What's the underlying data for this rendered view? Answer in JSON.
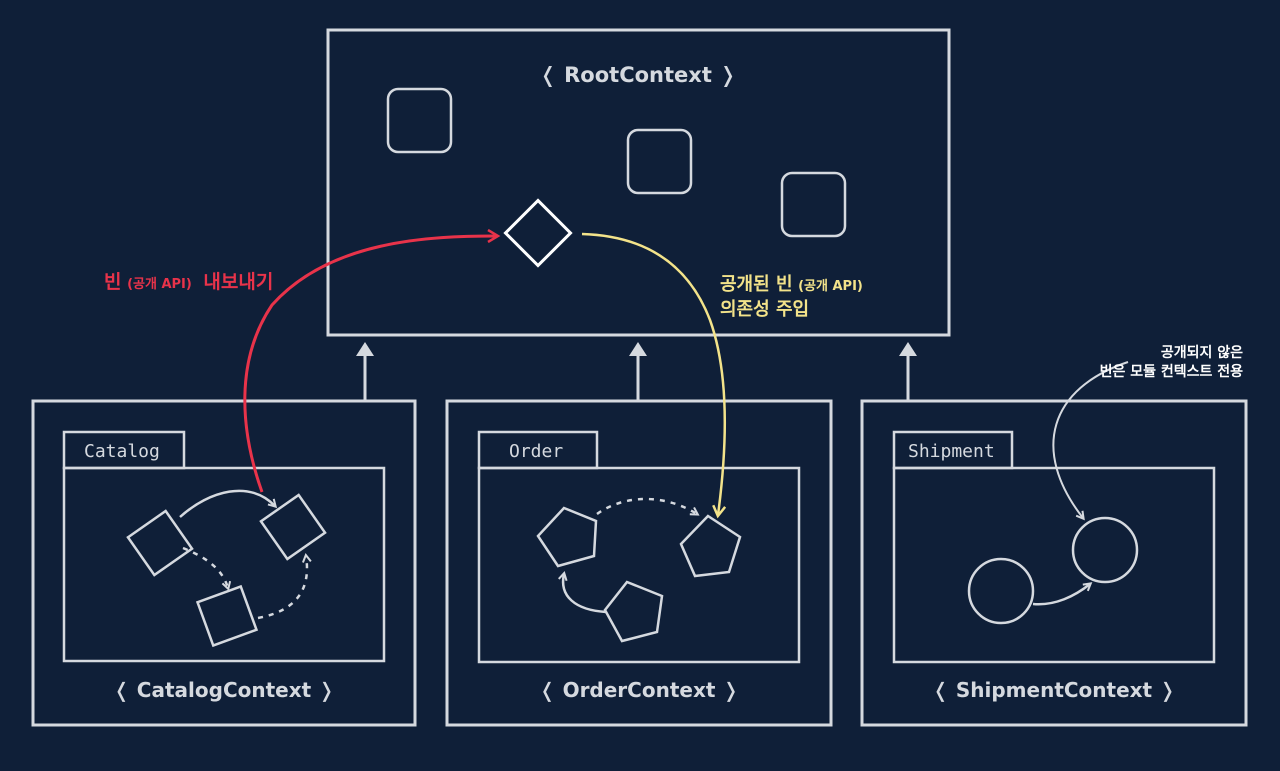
{
  "root": {
    "title": "❬ RootContext ❭"
  },
  "export_label": {
    "main": "빈",
    "small": "(공개 API)",
    "tail": "내보내기"
  },
  "inject_label": {
    "main": "공개된 빈",
    "small": "(공개 API)",
    "line2": "의존성 주입"
  },
  "private_note": {
    "line1": "공개되지 않은",
    "line2": "빈은 모듈 컨텍스트 전용"
  },
  "modules": [
    {
      "tab": "Catalog",
      "title": "❬ CatalogContext ❭"
    },
    {
      "tab": "Order",
      "title": "❬ OrderContext ❭"
    },
    {
      "tab": "Shipment",
      "title": "❬ ShipmentContext ❭"
    }
  ],
  "colors": {
    "background": "#0f1f38",
    "stroke": "#d5d9df",
    "export": "#e8334a",
    "inject": "#f3e38a"
  }
}
